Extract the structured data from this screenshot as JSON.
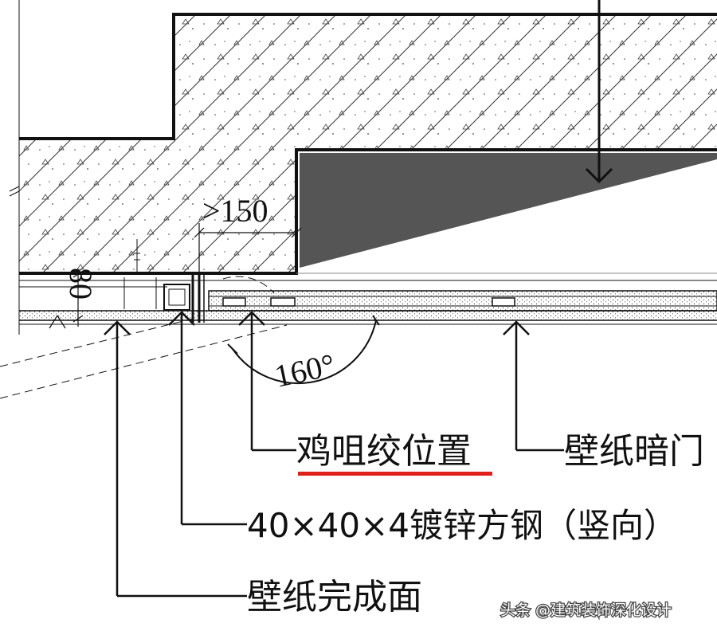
{
  "dimensions": {
    "offset": ">150",
    "thickness": "80",
    "angle": "160°"
  },
  "labels": {
    "hinge_position": "鸡咀绞位置",
    "hidden_door": "壁纸暗门",
    "steel_tube": "40×40×4镀锌方钢（竖向）",
    "wallpaper_finish": "壁纸完成面"
  },
  "watermark": "头条 @建筑装饰深化设计",
  "colors": {
    "line": "#111111",
    "shade": "#555555",
    "highlight": "#e0201a"
  }
}
